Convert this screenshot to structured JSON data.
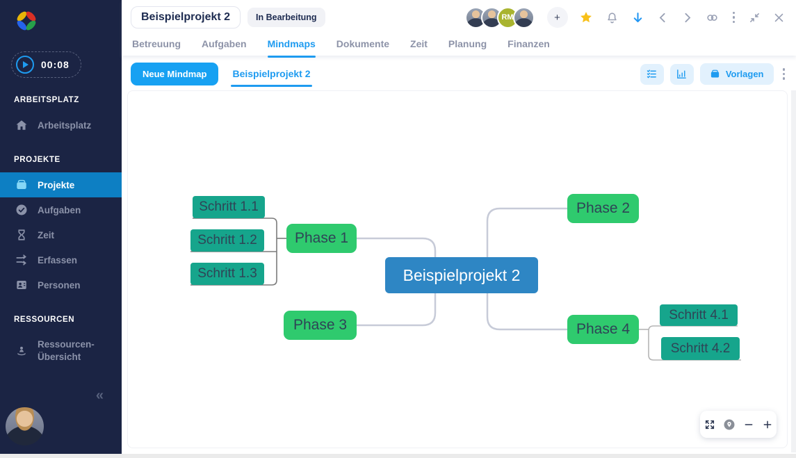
{
  "timer": {
    "value": "00:08"
  },
  "sidebar": {
    "sections": [
      {
        "label": "ARBEITSPLATZ",
        "items": [
          {
            "label": "Arbeitsplatz"
          }
        ]
      },
      {
        "label": "PROJEKTE",
        "items": [
          {
            "label": "Projekte",
            "active": true
          },
          {
            "label": "Aufgaben"
          },
          {
            "label": "Zeit"
          },
          {
            "label": "Erfassen"
          },
          {
            "label": "Personen"
          }
        ]
      },
      {
        "label": "RESSOURCEN",
        "items": [
          {
            "label": "Ressourcen-Übersicht"
          }
        ]
      }
    ]
  },
  "header": {
    "project_title": "Beispielprojekt 2",
    "status": "In Bearbeitung",
    "avatars": [
      {
        "initials": ""
      },
      {
        "initials": ""
      },
      {
        "initials": "RM",
        "color": "#a9b42f"
      },
      {
        "initials": ""
      }
    ],
    "add_member": "+",
    "tabs": [
      {
        "label": "Betreuung",
        "active": false
      },
      {
        "label": "Aufgaben",
        "active": false
      },
      {
        "label": "Mindmaps",
        "active": true
      },
      {
        "label": "Dokumente",
        "active": false
      },
      {
        "label": "Zeit",
        "active": false
      },
      {
        "label": "Planung",
        "active": false
      },
      {
        "label": "Finanzen",
        "active": false
      }
    ]
  },
  "toolbar": {
    "new_mindmap": "Neue Mindmap",
    "active_mindmap_tab": "Beispielprojekt 2",
    "vorlagen": "Vorlagen"
  },
  "mindmap": {
    "root": {
      "label": "Beispielprojekt 2",
      "color": "#2e86c4"
    },
    "phases": [
      {
        "label": "Phase 1"
      },
      {
        "label": "Phase 2"
      },
      {
        "label": "Phase 3"
      },
      {
        "label": "Phase 4"
      }
    ],
    "steps": [
      {
        "label": "Schritt 1.1"
      },
      {
        "label": "Schritt 1.2"
      },
      {
        "label": "Schritt 1.3"
      },
      {
        "label": "Schritt 4.1"
      },
      {
        "label": "Schritt 4.2"
      }
    ],
    "colors": {
      "phase_green": "#2fca6e",
      "step_teal": "#16a58c",
      "root_blue": "#2e86c4",
      "connector_light": "#c7cbd8",
      "connector_dark": "#7b7b7b",
      "connector_mid": "#b5b5b5"
    }
  },
  "accent": {
    "blue": "#1e9bf0",
    "sidebar_navy": "#1b2444",
    "active_item_blue": "#0d7fc3",
    "star_gold": "#f8c019"
  }
}
